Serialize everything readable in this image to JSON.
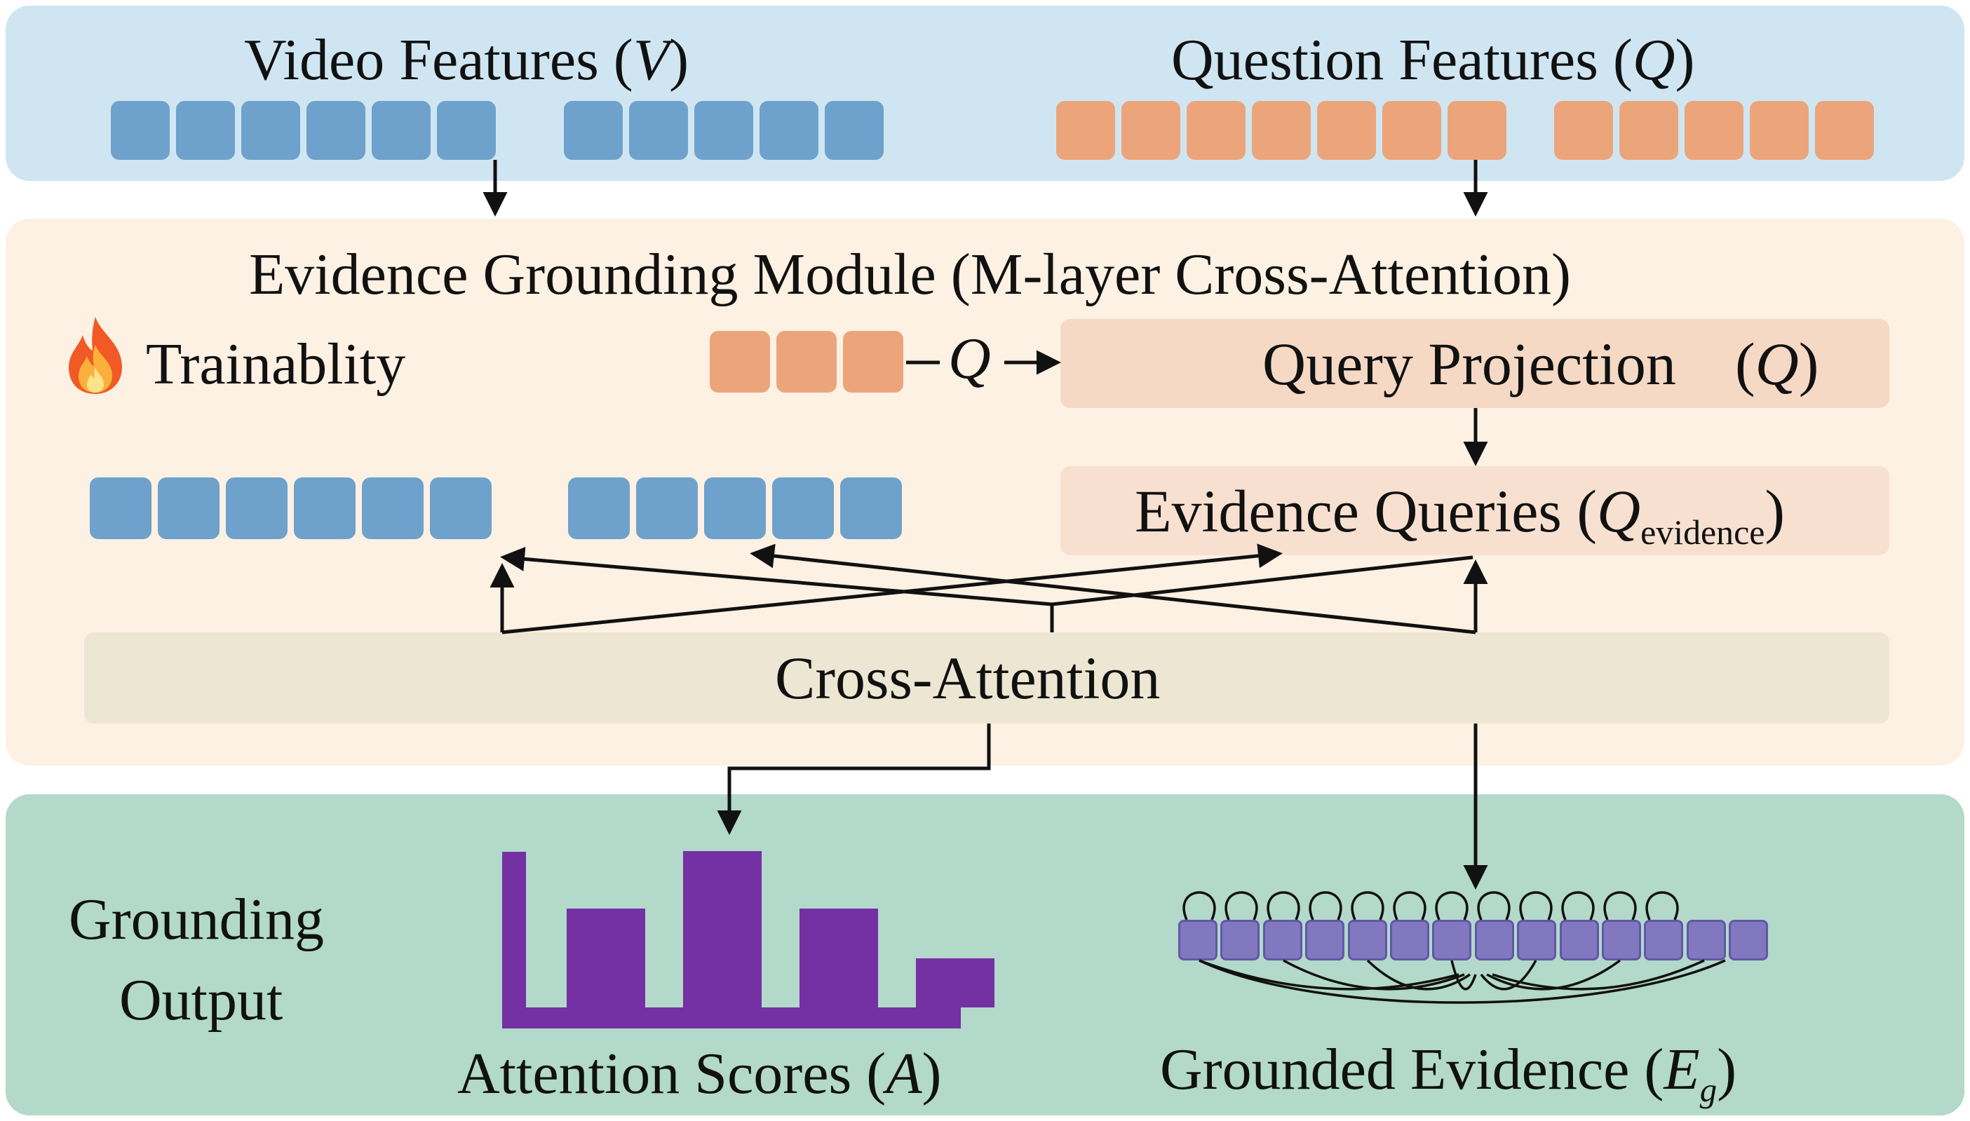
{
  "top": {
    "video_label": "Video Features (",
    "video_symbol": "V",
    "question_label": "Question Features (",
    "question_symbol": "Q",
    "close": ")"
  },
  "middle": {
    "module_title": "Evidence Grounding Module (M-layer Cross-Attention)",
    "trainability_label": "Trainablity",
    "q_arrow_symbol": "Q",
    "query_projection_label": "Query Projection",
    "query_projection_symbol": "Q",
    "evidence_queries_label": "Evidence Queries (",
    "evidence_queries_symbol": "Q",
    "evidence_queries_subscript": "evidence",
    "cross_attention_label": "Cross-Attention"
  },
  "bottom": {
    "grounding_line1": "Grounding",
    "grounding_line2": "Output",
    "attention_label": "Attention Scores (",
    "attention_symbol": "A",
    "evidence_label": "Grounded Evidence (",
    "evidence_symbol": "E",
    "evidence_subscript": "g"
  },
  "attention_scores": {
    "type": "bar",
    "values": [
      0.6,
      0.95,
      0.6,
      0.3
    ]
  },
  "colors": {
    "video_token": "#6ea1cb",
    "question_token": "#eca57a",
    "evidence_token": "#8278c0",
    "attention_bar": "#7530a4"
  },
  "icons": {
    "trainability": "flame-icon"
  }
}
